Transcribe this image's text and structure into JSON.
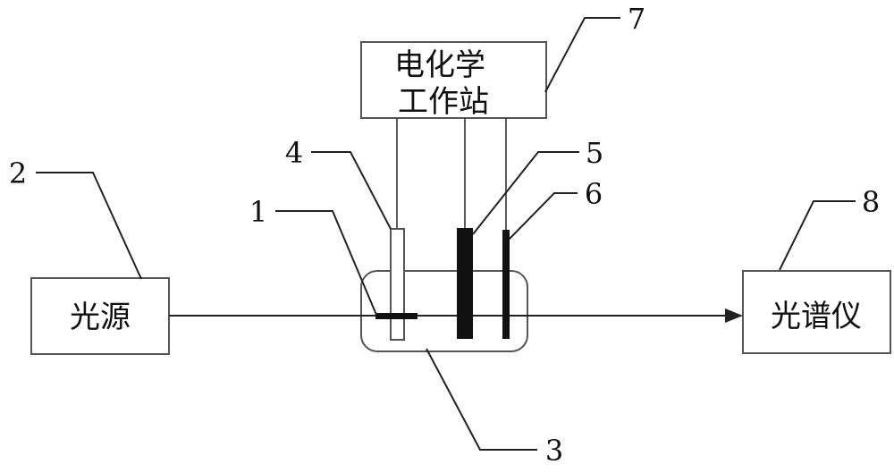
{
  "boxes": {
    "light_source": "光源",
    "workstation_line1": "电化学",
    "workstation_line2": "工作站",
    "spectrometer": "光谱仪"
  },
  "callouts": {
    "n1": "1",
    "n2": "2",
    "n3": "3",
    "n4": "4",
    "n5": "5",
    "n6": "6",
    "n7": "7",
    "n8": "8"
  }
}
